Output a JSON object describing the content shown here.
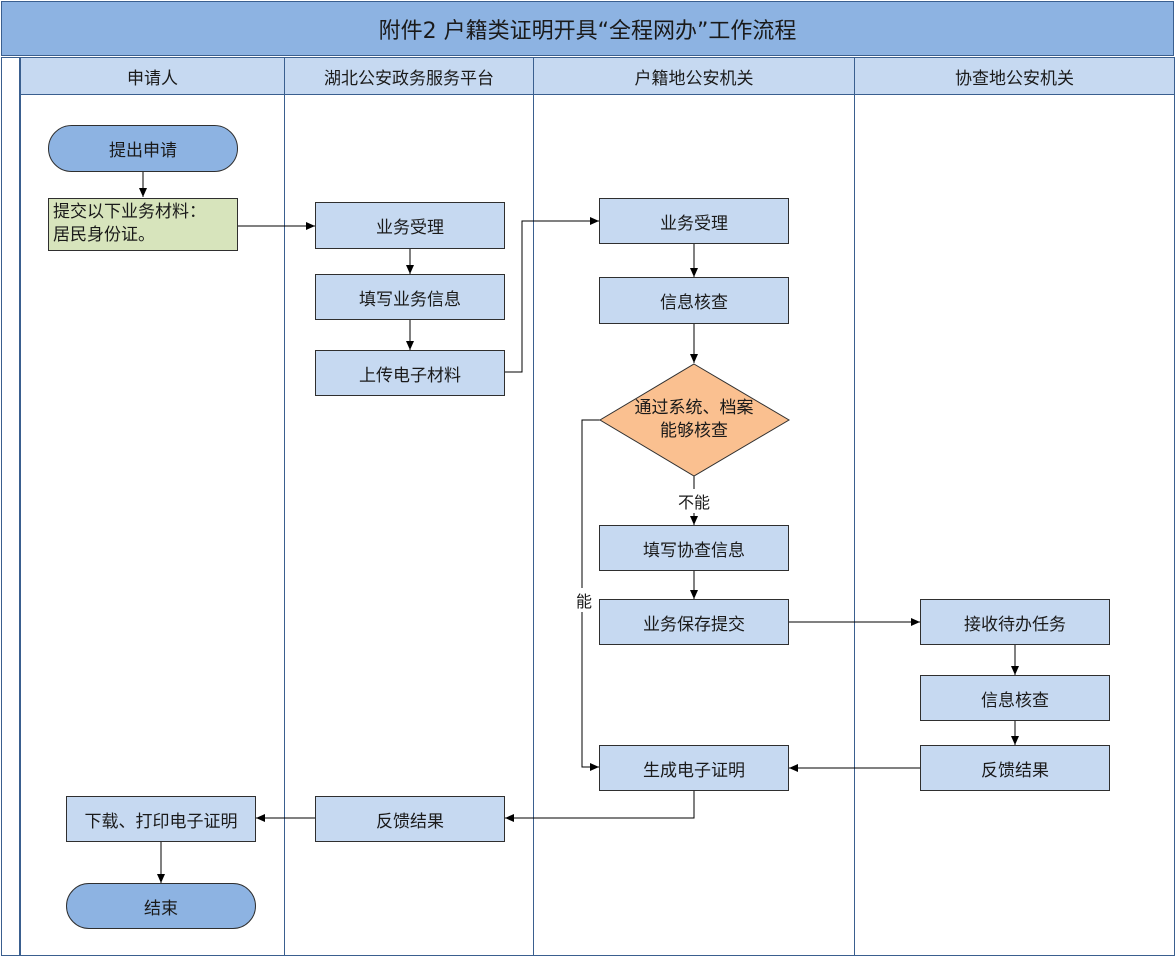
{
  "title": "附件2  户籍类证明开具“全程网办”工作流程",
  "lanes": [
    "申请人",
    "湖北公安政务服务平台",
    "户籍地公安机关",
    "协查地公安机关"
  ],
  "applicant": {
    "start": "提出申请",
    "materials_line1": "提交以下业务材料：",
    "materials_line2": "居民身份证。",
    "download": "下载、打印电子证明",
    "end": "结束"
  },
  "platform": {
    "accept": "业务受理",
    "fill_info": "填写业务信息",
    "upload": "上传电子材料",
    "feedback": "反馈结果"
  },
  "household_police": {
    "accept": "业务受理",
    "check": "信息核查",
    "decision_line1": "通过系统、档案",
    "decision_line2": "能够核查",
    "no_label": "不能",
    "yes_label": "能",
    "fill_assist": "填写协查信息",
    "save_submit": "业务保存提交",
    "generate": "生成电子证明"
  },
  "assist_police": {
    "receive": "接收待办任务",
    "check": "信息核查",
    "feedback": "反馈结果"
  },
  "colors": {
    "title_bg": "#8db3e2",
    "lane_header_bg": "#c6d9f1",
    "process_box": "#c6d9f1",
    "terminal": "#8db3e2",
    "materials_note": "#d7e4bc",
    "decision": "#fac090"
  }
}
